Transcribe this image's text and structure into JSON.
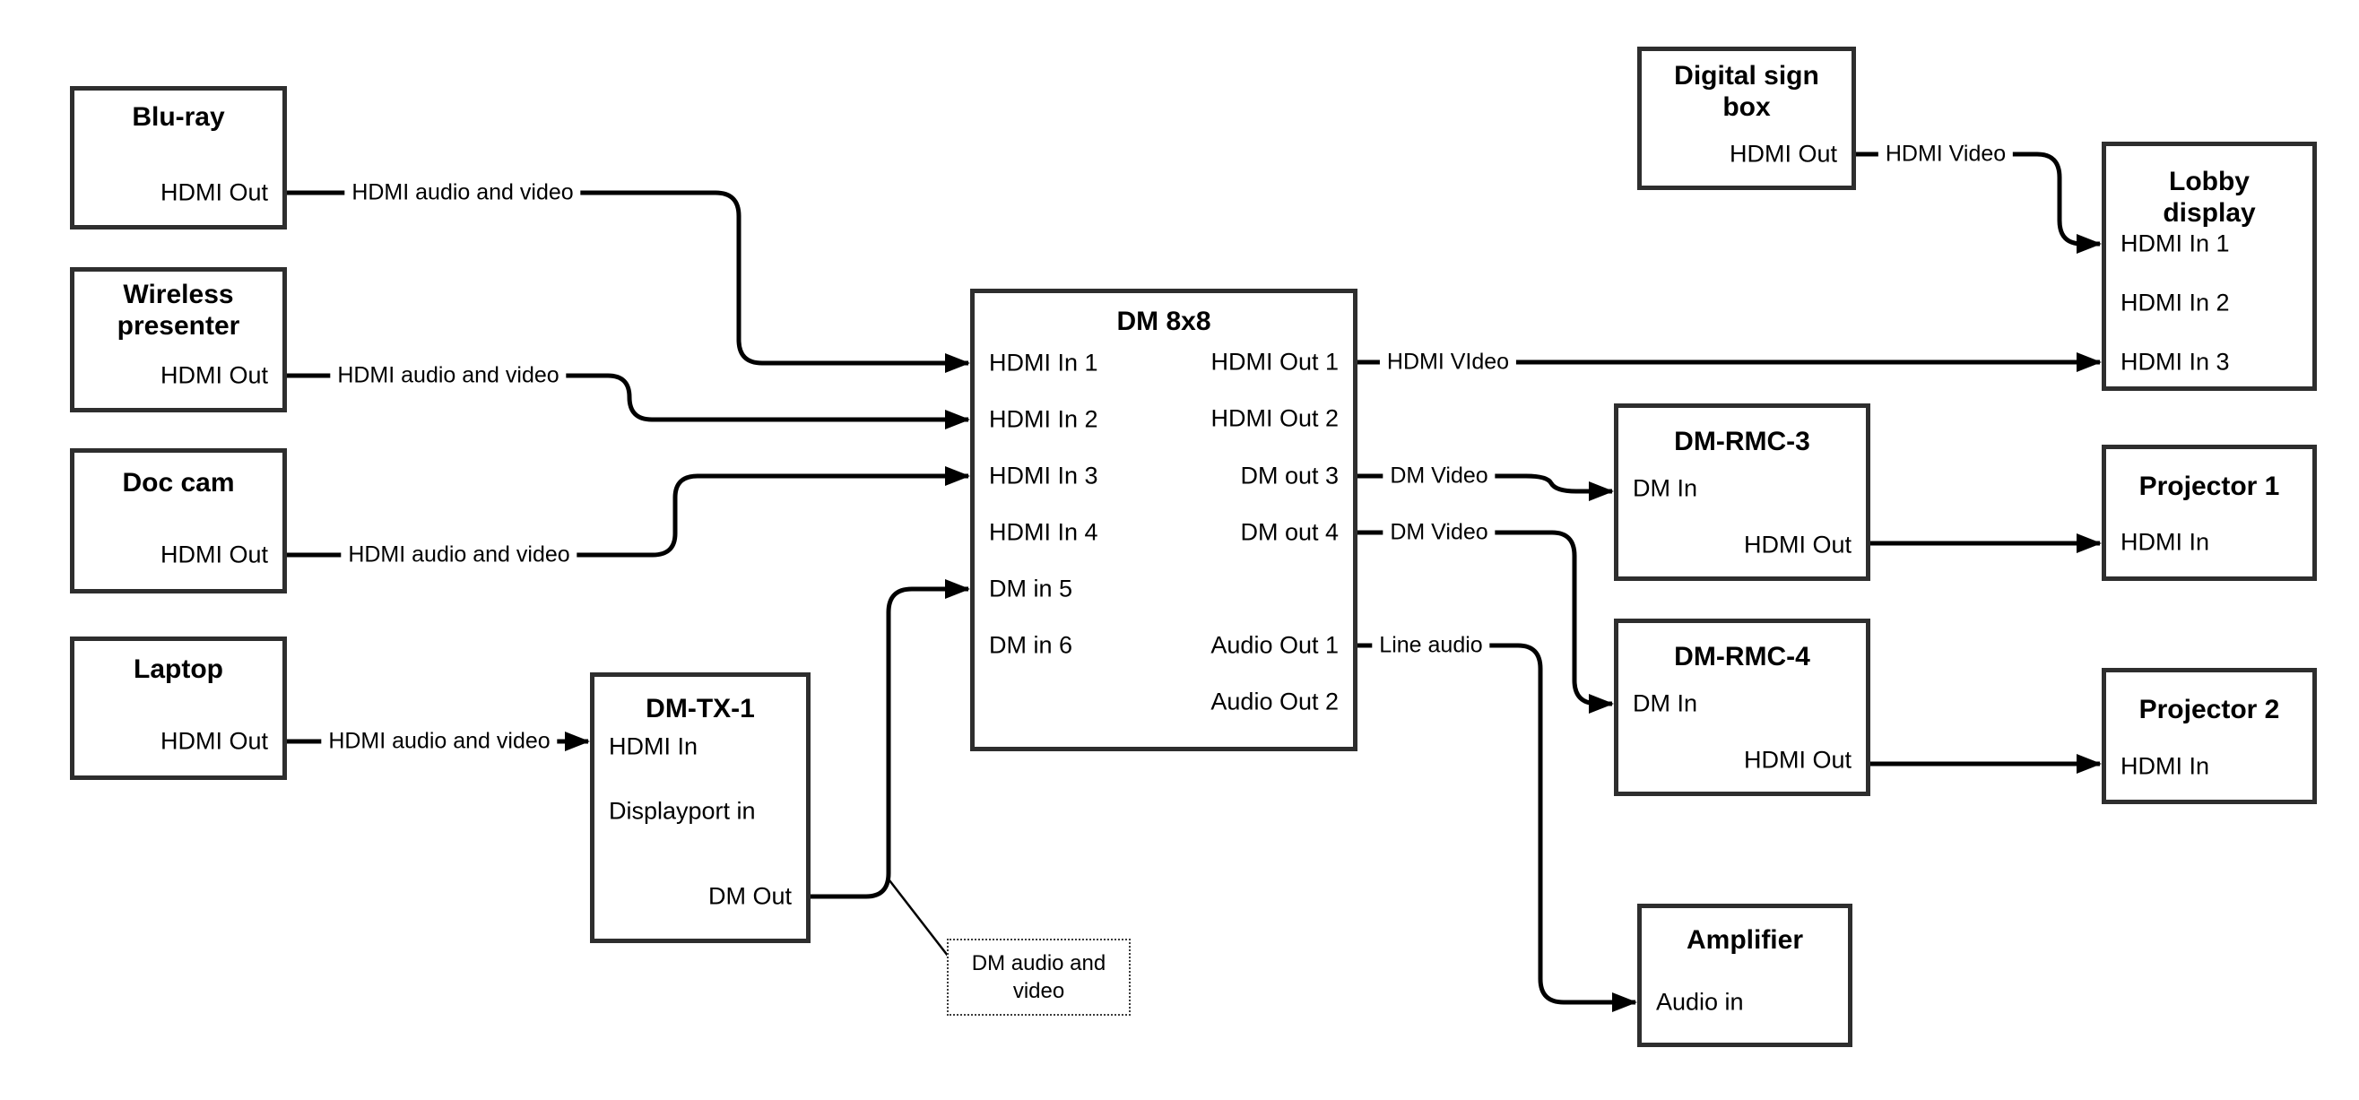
{
  "colors": {
    "line": "#000000",
    "box_border": "#2e2e2e",
    "background": "#ffffff",
    "text": "#000000"
  },
  "nodes": {
    "bluray": {
      "title": "Blu-ray",
      "port_out": "HDMI Out"
    },
    "wireless": {
      "title": "Wireless presenter",
      "port_out": "HDMI Out"
    },
    "doccam": {
      "title": "Doc cam",
      "port_out": "HDMI Out"
    },
    "laptop": {
      "title": "Laptop",
      "port_out": "HDMI Out"
    },
    "dmtx1": {
      "title": "DM-TX-1",
      "ports": [
        "HDMI In",
        "Displayport in",
        "DM Out"
      ]
    },
    "dm8x8": {
      "title": "DM 8x8",
      "inputs": [
        "HDMI In 1",
        "HDMI In 2",
        "HDMI In 3",
        "HDMI In 4",
        "DM in 5",
        "DM in 6"
      ],
      "outputs": [
        "HDMI Out 1",
        "HDMI Out 2",
        "DM out 3",
        "DM out 4",
        "Audio Out 1",
        "Audio Out 2"
      ]
    },
    "digitalsign": {
      "title": "Digital sign box",
      "port_out": "HDMI Out"
    },
    "lobby": {
      "title": "Lobby display",
      "inputs": [
        "HDMI In 1",
        "HDMI In 2",
        "HDMI In 3"
      ]
    },
    "dmrmc3": {
      "title": "DM-RMC-3",
      "port_in": "DM In",
      "port_out": "HDMI Out"
    },
    "proj1": {
      "title": "Projector 1",
      "port_in": "HDMI In"
    },
    "dmrmc4": {
      "title": "DM-RMC-4",
      "port_in": "DM In",
      "port_out": "HDMI Out"
    },
    "proj2": {
      "title": "Projector 2",
      "port_in": "HDMI In"
    },
    "amplifier": {
      "title": "Amplifier",
      "port_in": "Audio in"
    }
  },
  "edges": {
    "bluray_to_dm8x8": {
      "label": "HDMI audio and video"
    },
    "wireless_to_dm8x8": {
      "label": "HDMI audio and video"
    },
    "doccam_to_dm8x8": {
      "label": "HDMI audio and video"
    },
    "laptop_to_dmtx1": {
      "label": "HDMI audio and video"
    },
    "dm8x8_hdmiout1_to_lobby": {
      "label": "HDMI VIdeo"
    },
    "dm8x8_dmout3_to_dmrmc3": {
      "label": "DM Video"
    },
    "dm8x8_dmout4_to_dmrmc4": {
      "label": "DM Video"
    },
    "dm8x8_audioout1_to_amplifier": {
      "label": "Line audio"
    },
    "digitalsign_to_lobby": {
      "label": "HDMI Video"
    }
  },
  "annotation": {
    "text": "DM audio and video"
  }
}
